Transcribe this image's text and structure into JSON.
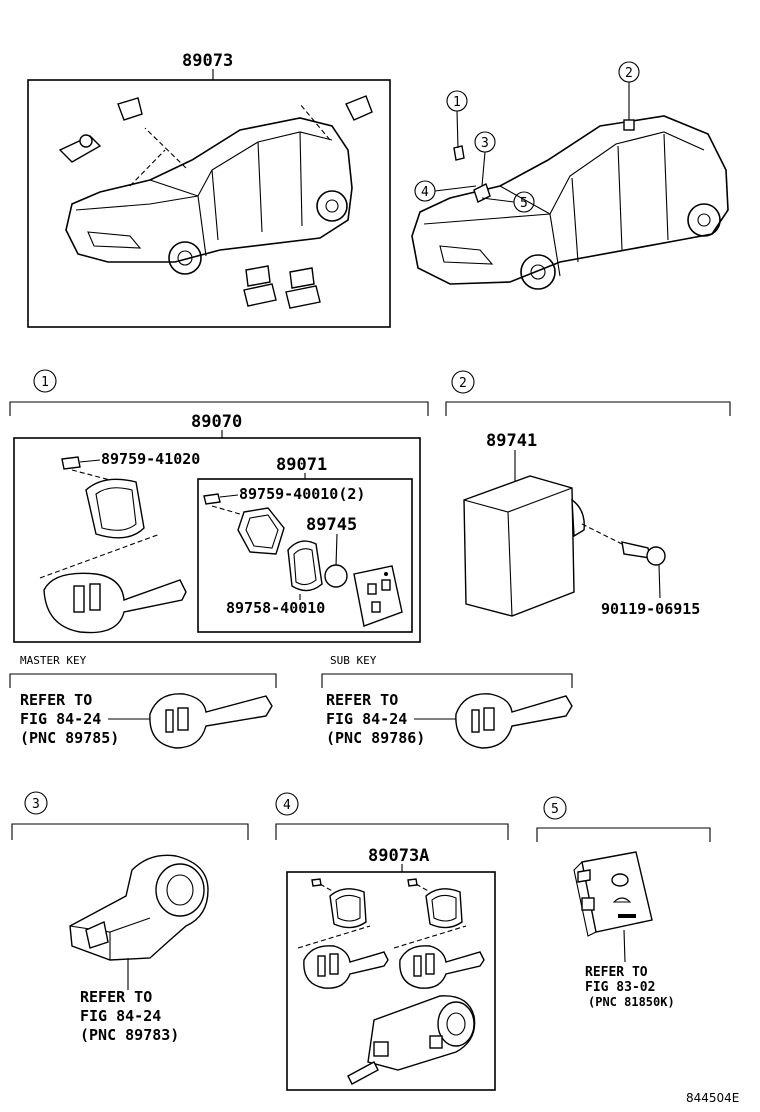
{
  "overview": {
    "left_box_part": "89073",
    "callouts": [
      "1",
      "2",
      "3",
      "4",
      "5"
    ]
  },
  "section1": {
    "index": "1",
    "part": "89070",
    "parts": {
      "screw_a": "89759-41020",
      "sub_assy": "89071",
      "screw_b": "89759-40010(2)",
      "battery": "89745",
      "gasket": "89758-40010"
    },
    "master_key": {
      "heading": "MASTER KEY",
      "line1": "REFER TO",
      "line2": "FIG 84-24",
      "line3": "(PNC 89785)"
    },
    "sub_key": {
      "heading": "SUB KEY",
      "line1": "REFER TO",
      "line2": "FIG 84-24",
      "line3": "(PNC 89786)"
    }
  },
  "section2": {
    "index": "2",
    "part": "89741",
    "bolt": "90119-06915"
  },
  "section3": {
    "index": "3",
    "line1": "REFER TO",
    "line2": "FIG 84-24",
    "line3": "(PNC 89783)"
  },
  "section4": {
    "index": "4",
    "part": "89073A"
  },
  "section5": {
    "index": "5",
    "line1": "REFER TO",
    "line2": "FIG 83-02",
    "line3": "(PNC 81850K)"
  },
  "figure_code": "844504E"
}
